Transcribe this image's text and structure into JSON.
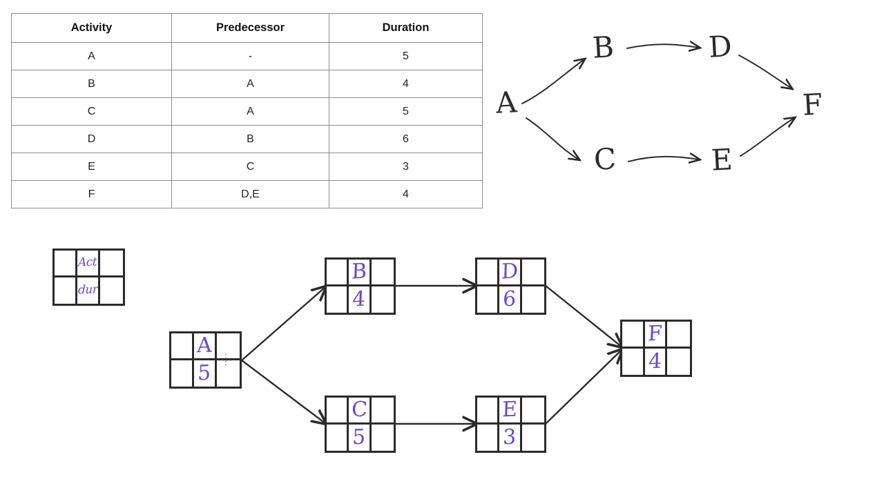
{
  "table": {
    "headers": [
      "Activity",
      "Predecessor",
      "Duration"
    ],
    "rows": [
      [
        "A",
        "-",
        "5"
      ],
      [
        "B",
        "A",
        "4"
      ],
      [
        "C",
        "A",
        "5"
      ],
      [
        "D",
        "B",
        "6"
      ],
      [
        "E",
        "C",
        "3"
      ],
      [
        "F",
        "D,E",
        "4"
      ]
    ]
  },
  "sketch_network": {
    "nodes": [
      {
        "id": "A",
        "label": "A"
      },
      {
        "id": "B",
        "label": "B"
      },
      {
        "id": "C",
        "label": "C"
      },
      {
        "id": "D",
        "label": "D"
      },
      {
        "id": "E",
        "label": "E"
      },
      {
        "id": "F",
        "label": "F"
      }
    ],
    "edges": [
      {
        "from": "A",
        "to": "B"
      },
      {
        "from": "A",
        "to": "C"
      },
      {
        "from": "B",
        "to": "D"
      },
      {
        "from": "C",
        "to": "E"
      },
      {
        "from": "D",
        "to": "F"
      },
      {
        "from": "E",
        "to": "F"
      }
    ]
  },
  "legend": {
    "activity_label": "Act",
    "duration_label": "dur"
  },
  "node_network": {
    "nodes": [
      {
        "id": "A",
        "activity": "A",
        "duration": "5"
      },
      {
        "id": "B",
        "activity": "B",
        "duration": "4"
      },
      {
        "id": "C",
        "activity": "C",
        "duration": "5"
      },
      {
        "id": "D",
        "activity": "D",
        "duration": "6"
      },
      {
        "id": "E",
        "activity": "E",
        "duration": "3"
      },
      {
        "id": "F",
        "activity": "F",
        "duration": "4"
      }
    ],
    "edges": [
      {
        "from": "A",
        "to": "B"
      },
      {
        "from": "A",
        "to": "C"
      },
      {
        "from": "B",
        "to": "D"
      },
      {
        "from": "C",
        "to": "E"
      },
      {
        "from": "D",
        "to": "F"
      },
      {
        "from": "E",
        "to": "F"
      }
    ]
  },
  "colors": {
    "ink_black": "#2a2a2a",
    "ink_purple": "#6b46d6",
    "table_border": "#8a8a8a",
    "background": "#ffffff"
  }
}
